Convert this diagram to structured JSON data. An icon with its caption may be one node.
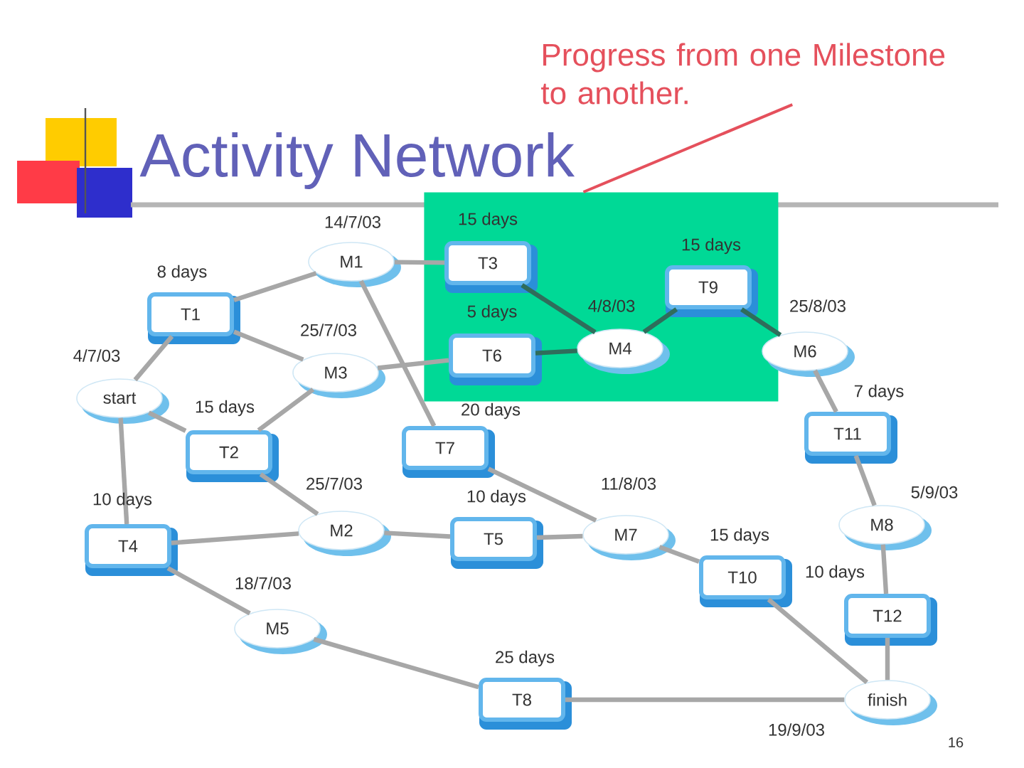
{
  "diagram": {
    "title": "Activity Network",
    "nodes": [
      {
        "text": [
          "Progress from one Milestone to another."
        ]
      },
      {
        "text": [],
        "shape": "box"
      },
      {
        "text": [
          "start"
        ],
        "beside": [
          "4/7/03"
        ]
      },
      {
        "text": [
          "T1"
        ],
        "beside": [
          "8 days"
        ]
      },
      {
        "text": [
          "M1"
        ],
        "beside": [
          "14/7/03"
        ]
      },
      {
        "text": [
          "T3"
        ],
        "beside": [
          "15 days"
        ],
        "in": 1
      },
      {
        "text": [
          "T6"
        ],
        "beside": [
          "5 days"
        ],
        "in": 1
      },
      {
        "text": [
          "M3"
        ],
        "beside": [
          "25/7/03"
        ]
      },
      {
        "text": [
          "M4"
        ],
        "beside": [
          "4/8/03"
        ],
        "in": 1
      },
      {
        "text": [
          "T9"
        ],
        "beside": [
          "15 days"
        ],
        "in": 1
      },
      {
        "text": [
          "M6"
        ],
        "beside": [
          "25/8/03"
        ]
      },
      {
        "text": [
          "T2"
        ],
        "beside": [
          "15 days"
        ]
      },
      {
        "text": [
          "T7"
        ],
        "beside": [
          "20 days"
        ]
      },
      {
        "text": [
          "T11"
        ],
        "beside": [
          "7 days"
        ]
      },
      {
        "text": [
          "T4"
        ],
        "beside": [
          "10 days"
        ]
      },
      {
        "text": [
          "M2"
        ],
        "beside": [
          "25/7/03"
        ]
      },
      {
        "text": [
          "T5"
        ],
        "beside": [
          "10 days"
        ]
      },
      {
        "text": [
          "M7"
        ],
        "beside": [
          "11/8/03"
        ]
      },
      {
        "text": [
          "M8"
        ],
        "beside": [
          "5/9/03"
        ]
      },
      {
        "text": [
          "T10"
        ],
        "beside": [
          "15 days"
        ]
      },
      {
        "text": [
          "T12"
        ],
        "beside": [
          "10 days"
        ]
      },
      {
        "text": [
          "M5"
        ],
        "beside": [
          "18/7/03"
        ]
      },
      {
        "text": [
          "T8"
        ],
        "beside": [
          "25 days"
        ]
      },
      {
        "text": [
          "finish"
        ],
        "beside": [
          "19/9/03"
        ]
      }
    ],
    "edges": [
      {
        "from": 0,
        "to": 1,
        "arrow": "none",
        "color": "#e5505c"
      },
      {
        "from": 2,
        "to": 3,
        "arrow": "none"
      },
      {
        "from": 2,
        "to": 11,
        "arrow": "none"
      },
      {
        "from": 2,
        "to": 14,
        "arrow": "none"
      },
      {
        "from": 3,
        "to": 4,
        "arrow": "none"
      },
      {
        "from": 3,
        "to": 7,
        "arrow": "none"
      },
      {
        "from": 4,
        "to": 5,
        "arrow": "none"
      },
      {
        "from": 4,
        "to": 12,
        "arrow": "none"
      },
      {
        "from": 11,
        "to": 7,
        "arrow": "none"
      },
      {
        "from": 7,
        "to": 6,
        "arrow": "none"
      },
      {
        "from": 5,
        "to": 8,
        "arrow": "none",
        "color": "#2f6d5b"
      },
      {
        "from": 6,
        "to": 8,
        "arrow": "none",
        "color": "#2f6d5b"
      },
      {
        "from": 8,
        "to": 9,
        "arrow": "none",
        "color": "#2f6d5b"
      },
      {
        "from": 9,
        "to": 10,
        "arrow": "none",
        "color": "#2f6d5b"
      },
      {
        "from": 10,
        "to": 13,
        "arrow": "none"
      },
      {
        "from": 13,
        "to": 18,
        "arrow": "none"
      },
      {
        "from": 18,
        "to": 20,
        "arrow": "none"
      },
      {
        "from": 20,
        "to": 23,
        "arrow": "none"
      },
      {
        "from": 11,
        "to": 15,
        "arrow": "none"
      },
      {
        "from": 14,
        "to": 15,
        "arrow": "none"
      },
      {
        "from": 14,
        "to": 21,
        "arrow": "none"
      },
      {
        "from": 15,
        "to": 16,
        "arrow": "none"
      },
      {
        "from": 16,
        "to": 17,
        "arrow": "none"
      },
      {
        "from": 12,
        "to": 17,
        "arrow": "none"
      },
      {
        "from": 17,
        "to": 19,
        "arrow": "none"
      },
      {
        "from": 19,
        "to": 23,
        "arrow": "none"
      },
      {
        "from": 21,
        "to": 22,
        "arrow": "none"
      },
      {
        "from": 22,
        "to": 23,
        "arrow": "none"
      }
    ],
    "labels": [
      "16"
    ]
  }
}
